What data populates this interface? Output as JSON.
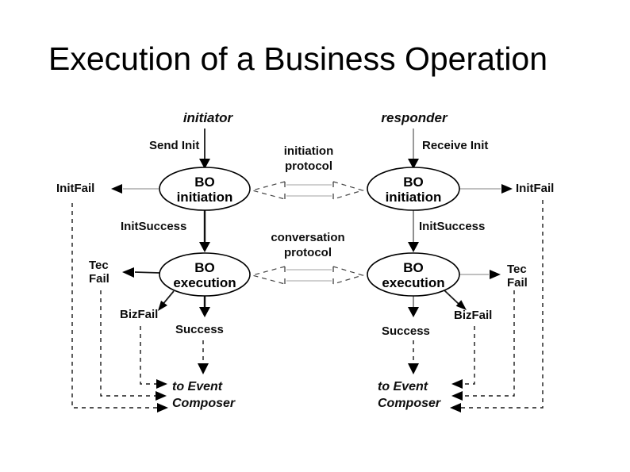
{
  "title": "Execution of a Business Operation",
  "colors": {
    "ink": "#000000",
    "gray_line": "#8f8f8f",
    "shaft_gray": "#b3b3b3",
    "background": "#ffffff"
  },
  "diagram": {
    "lanes": [
      {
        "role": "initiator",
        "entry_event": "Send Init",
        "state_initiation": {
          "l1": "BO",
          "l2": "initiation"
        },
        "state_execution": {
          "l1": "BO",
          "l2": "execution"
        },
        "outcomes": {
          "init_fail": "InitFail",
          "init_success": "InitSuccess",
          "tec_fail_l1": "Tec",
          "tec_fail_l2": "Fail",
          "biz_fail": "BizFail",
          "success": "Success"
        },
        "sink": {
          "l1": "to Event",
          "l2": "Composer"
        }
      },
      {
        "role": "responder",
        "entry_event": "Receive Init",
        "state_initiation": {
          "l1": "BO",
          "l2": "initiation"
        },
        "state_execution": {
          "l1": "BO",
          "l2": "execution"
        },
        "outcomes": {
          "init_fail": "InitFail",
          "init_success": "InitSuccess",
          "tec_fail_l1": "Tec",
          "tec_fail_l2": "Fail",
          "biz_fail": "BizFail",
          "success": "Success"
        },
        "sink": {
          "l1": "to Event",
          "l2": "Composer"
        }
      }
    ],
    "protocols": [
      {
        "l1": "initiation",
        "l2": "protocol"
      },
      {
        "l1": "conversation",
        "l2": "protocol"
      }
    ]
  }
}
